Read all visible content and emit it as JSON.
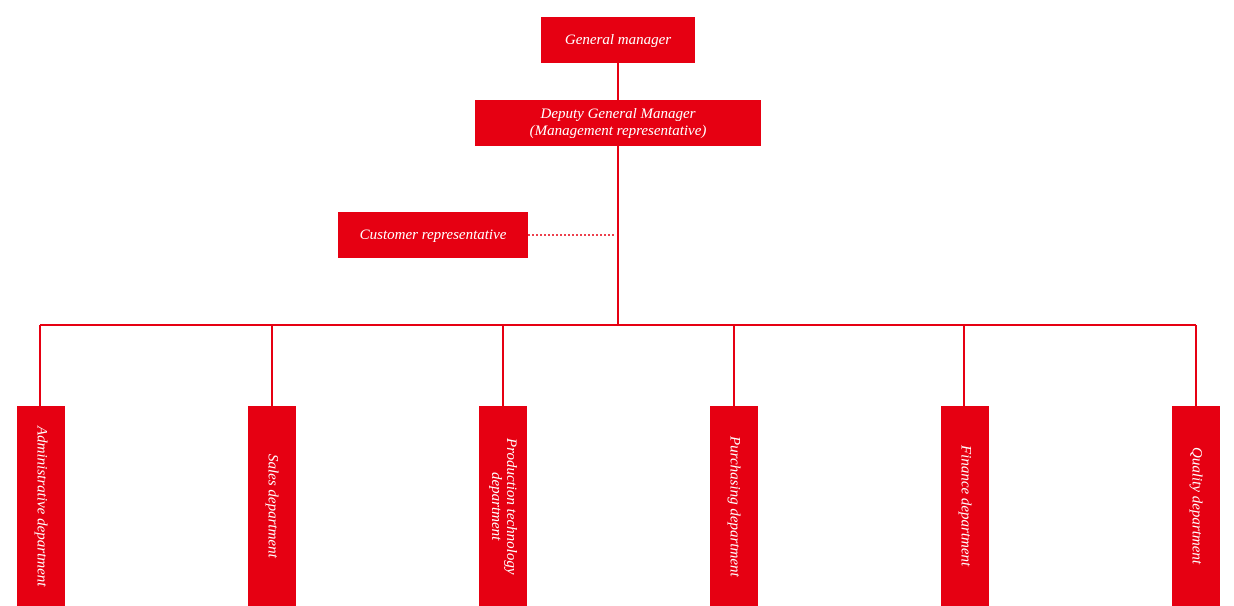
{
  "colors": {
    "accent": "#e60012",
    "text": "#ffffff"
  },
  "nodes": {
    "general_manager": "General manager",
    "deputy_general_manager": "Deputy General Manager\n(Management representative)",
    "customer_representative": "Customer representative"
  },
  "departments": [
    "Administrative department",
    "Sales department",
    "Production technology\ndepartment",
    "Purchasing department",
    "Finance department",
    "Quality department"
  ]
}
